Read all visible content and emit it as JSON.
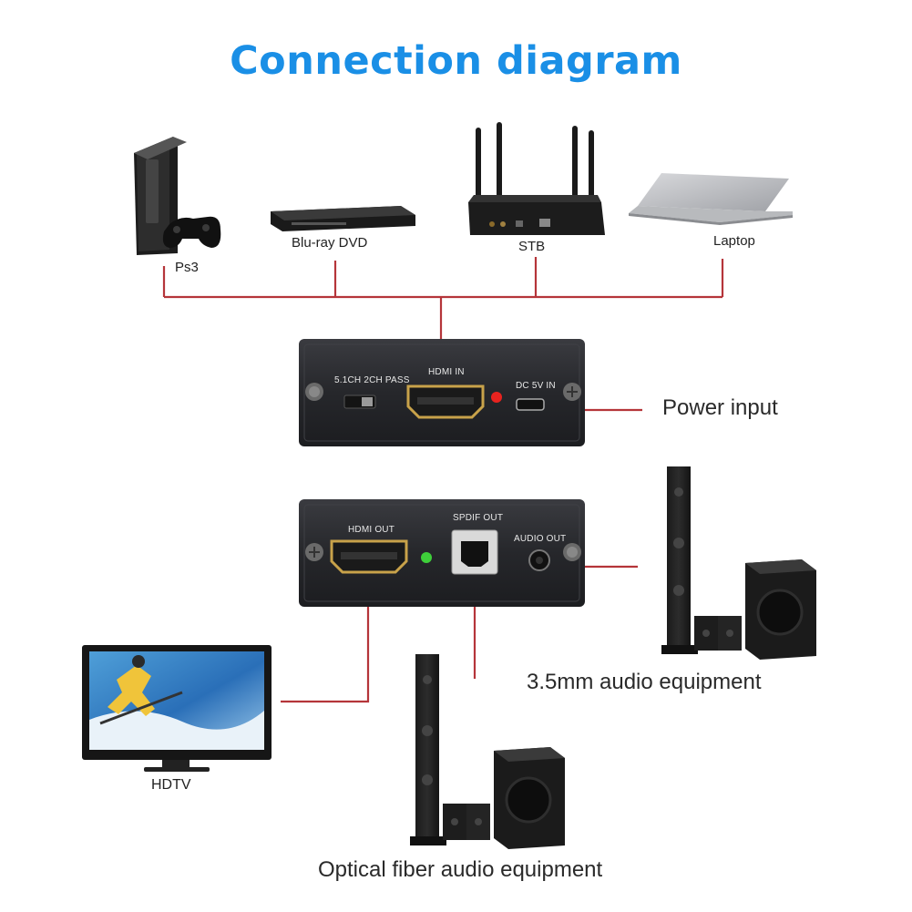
{
  "title": "Connection diagram",
  "sources": [
    {
      "label": "Ps3",
      "icon": "game-console-icon"
    },
    {
      "label": "Blu-ray DVD",
      "icon": "bluray-player-icon"
    },
    {
      "label": "STB",
      "icon": "router-icon"
    },
    {
      "label": "Laptop",
      "icon": "laptop-icon"
    }
  ],
  "input_panel": {
    "switch_label": "5.1CH 2CH PASS",
    "hdmi_label": "HDMI IN",
    "dc_label": "DC 5V IN",
    "led_color": "#e8231f"
  },
  "output_panel": {
    "hdmi_label": "HDMI OUT",
    "spdif_label": "SPDIF OUT",
    "audio_label": "AUDIO OUT",
    "led_color": "#3ecf3a"
  },
  "power_label": "Power input",
  "hdtv_label": "HDTV",
  "audio35_label": "3.5mm audio equipment",
  "optical_label": "Optical fiber audio equipment",
  "colors": {
    "title": "#1a8fe6",
    "wire": "#b5353a",
    "panel": "#2b2c30"
  }
}
